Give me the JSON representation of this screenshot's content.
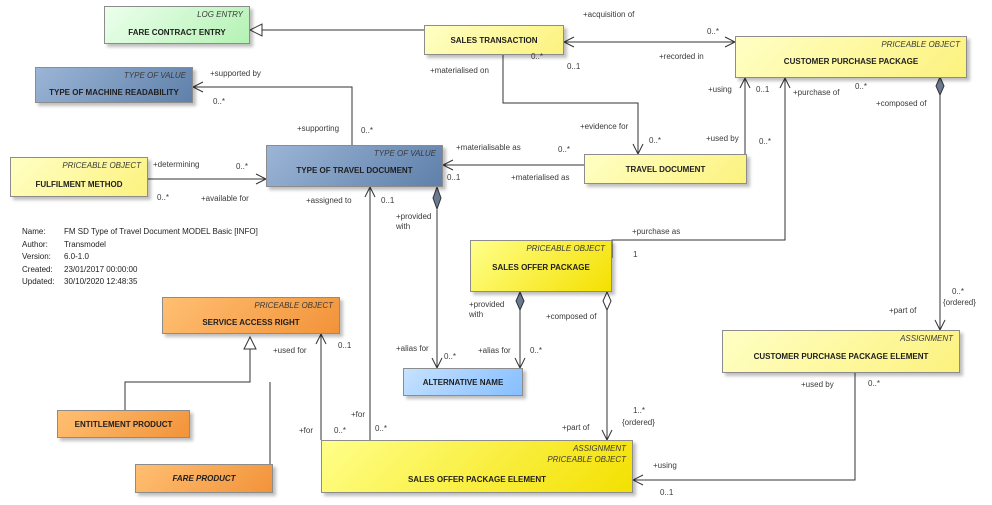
{
  "boxes": {
    "fare_contract_entry": {
      "stereotype": "LOG ENTRY",
      "name": "FARE CONTRACT ENTRY"
    },
    "sales_transaction": {
      "name": "SALES TRANSACTION"
    },
    "customer_purchase_package": {
      "stereotype": "PRICEABLE OBJECT",
      "name": "CUSTOMER PURCHASE PACKAGE"
    },
    "type_of_machine_readability": {
      "stereotype": "TYPE OF VALUE",
      "name": "TYPE OF MACHINE READABILITY"
    },
    "type_of_travel_document": {
      "stereotype": "TYPE OF VALUE",
      "name": "TYPE OF TRAVEL DOCUMENT"
    },
    "fulfilment_method": {
      "stereotype": "PRICEABLE OBJECT",
      "name": "FULFILMENT METHOD"
    },
    "travel_document": {
      "name": "TRAVEL DOCUMENT"
    },
    "sales_offer_package": {
      "stereotype": "PRICEABLE OBJECT",
      "name": "SALES OFFER PACKAGE"
    },
    "service_access_right": {
      "stereotype": "PRICEABLE OBJECT",
      "name": "SERVICE ACCESS RIGHT"
    },
    "alternative_name": {
      "name": "ALTERNATIVE NAME"
    },
    "customer_purchase_package_element": {
      "stereotype": "ASSIGNMENT",
      "name": "CUSTOMER PURCHASE PACKAGE ELEMENT"
    },
    "entitlement_product": {
      "name": "ENTITLEMENT PRODUCT"
    },
    "fare_product": {
      "name": "FARE PRODUCT"
    },
    "sales_offer_package_element": {
      "stereotype": "ASSIGNMENT",
      "stereotype2": "PRICEABLE OBJECT",
      "name": "SALES OFFER PACKAGE ELEMENT"
    }
  },
  "labels": {
    "acquisition_of": "+acquisition of",
    "st_cpp_mult_1": "0..*",
    "st_cpp_mult_2": "0..*",
    "st_cpp_mult_3": "0..1",
    "recorded_in": "+recorded in",
    "supported_by": "+supported by",
    "tmr_mult": "0..*",
    "materialised_on": "+materialised on",
    "using_cpp": "+using",
    "using_cpp_mult": "0..1",
    "purchase_of": "+purchase of",
    "cpp_mult": "0..*",
    "composed_of_cpp": "+composed of",
    "supporting": "+supporting",
    "supporting_mult": "0..*",
    "evidence_for": "+evidence for",
    "materialisable_as": "+materialisable as",
    "td_mult_1": "0..*",
    "used_by_td": "+used by",
    "td_mult_2": "0..*",
    "td_mult_3": "0..*",
    "determining": "+determining",
    "fm_mult_1": "0..*",
    "fm_mult_2": "0..*",
    "available_for": "+available for",
    "ttd_mult_1": "0..1",
    "materialised_as": "+materialised as",
    "assigned_to": "+assigned to",
    "ttd_mult_2": "0..1",
    "provided_with_1": "+provided with",
    "purchase_as": "+purchase as",
    "purchase_as_mult": "1",
    "provided_with_2": "+provided with",
    "composed_of_sop": "+composed of",
    "cpp_elem_mult": "0..*",
    "ordered_1": "{ordered}",
    "part_of_cpp": "+part of",
    "used_for": "+used for",
    "sar_mult": "0..1",
    "alias_for_1": "+alias for",
    "an_mult_1": "0..*",
    "alias_for_2": "+alias for",
    "an_mult_2": "0..*",
    "used_by_cppe": "+used by",
    "cppe_mult": "0..*",
    "for_1": "+for",
    "for_2": "+for",
    "sope_mult_1": "0..*",
    "sope_mult_2": "0..*",
    "part_of_sop": "+part of",
    "sope_mult_3": "1..*",
    "ordered_2": "{ordered}",
    "using_sope": "+using",
    "sope_mult_4": "0..1"
  },
  "meta": {
    "name_key": "Name:",
    "name": "FM SD Type of Travel Document MODEL Basic [INFO]",
    "author_key": "Author:",
    "author": "Transmodel",
    "version_key": "Version:",
    "version": "6.0-1.0",
    "created_key": "Created:",
    "created": "23/01/2017 00:00:00",
    "updated_key": "Updated:",
    "updated": "30/10/2020 12:48:35"
  }
}
